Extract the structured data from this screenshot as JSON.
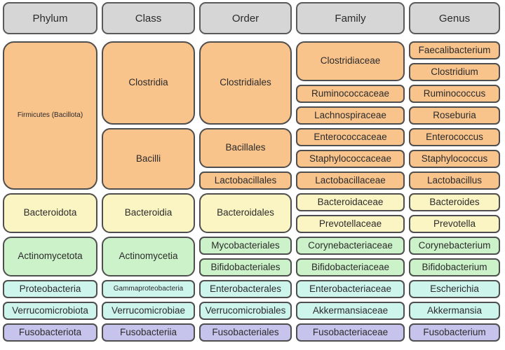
{
  "colors": {
    "header_fill": "#d6d6d6",
    "header_border": "#5a5a5a",
    "box_border": "#4e4e4e",
    "text": "#2b2b2b",
    "groups": {
      "firmicutes": "#f9c38c",
      "bacteroidota": "#fbf5c4",
      "actinomycetota": "#ccf2c9",
      "proteobacteria": "#cdf5ec",
      "verrucomicrobiota": "#cdf5ec",
      "fusobacteriota": "#c6c4ec"
    }
  },
  "columns": [
    {
      "name": "Phylum",
      "items": [
        {
          "label": "Firmicutes (Bacillota)",
          "row": 1,
          "span": 7,
          "group": "firmicutes"
        },
        {
          "label": "Bacteroidota",
          "row": 8,
          "span": 2,
          "group": "bacteroidota"
        },
        {
          "label": "Actinomycetota",
          "row": 10,
          "span": 2,
          "group": "actinomycetota"
        },
        {
          "label": "Proteobacteria",
          "row": 12,
          "span": 1,
          "group": "proteobacteria"
        },
        {
          "label": "Verrucomicrobiota",
          "row": 13,
          "span": 1,
          "group": "verrucomicrobiota"
        },
        {
          "label": "Fusobacteriota",
          "row": 14,
          "span": 1,
          "group": "fusobacteriota"
        }
      ]
    },
    {
      "name": "Class",
      "items": [
        {
          "label": "Clostridia",
          "row": 1,
          "span": 4,
          "group": "firmicutes"
        },
        {
          "label": "Bacilli",
          "row": 5,
          "span": 3,
          "group": "firmicutes"
        },
        {
          "label": "Bacteroidia",
          "row": 8,
          "span": 2,
          "group": "bacteroidota"
        },
        {
          "label": "Actinomycetia",
          "row": 10,
          "span": 2,
          "group": "actinomycetota"
        },
        {
          "label": "Gammaproteobacteria",
          "row": 12,
          "span": 1,
          "group": "proteobacteria"
        },
        {
          "label": "Verrucomicrobiae",
          "row": 13,
          "span": 1,
          "group": "verrucomicrobiota"
        },
        {
          "label": "Fusobacteriia",
          "row": 14,
          "span": 1,
          "group": "fusobacteriota"
        }
      ]
    },
    {
      "name": "Order",
      "items": [
        {
          "label": "Clostridiales",
          "row": 1,
          "span": 4,
          "group": "firmicutes"
        },
        {
          "label": "Bacillales",
          "row": 5,
          "span": 2,
          "group": "firmicutes"
        },
        {
          "label": "Lactobacillales",
          "row": 7,
          "span": 1,
          "group": "firmicutes"
        },
        {
          "label": "Bacteroidales",
          "row": 8,
          "span": 2,
          "group": "bacteroidota"
        },
        {
          "label": "Mycobacteriales",
          "row": 10,
          "span": 1,
          "group": "actinomycetota"
        },
        {
          "label": "Bifidobacteriales",
          "row": 11,
          "span": 1,
          "group": "actinomycetota"
        },
        {
          "label": "Enterobacterales",
          "row": 12,
          "span": 1,
          "group": "proteobacteria"
        },
        {
          "label": "Verrucomicrobiales",
          "row": 13,
          "span": 1,
          "group": "verrucomicrobiota"
        },
        {
          "label": "Fusobacteriales",
          "row": 14,
          "span": 1,
          "group": "fusobacteriota"
        }
      ]
    },
    {
      "name": "Family",
      "items": [
        {
          "label": "Clostridiaceae",
          "row": 1,
          "span": 2,
          "group": "firmicutes"
        },
        {
          "label": "Ruminococcaceae",
          "row": 3,
          "span": 1,
          "group": "firmicutes"
        },
        {
          "label": "Lachnospiraceae",
          "row": 4,
          "span": 1,
          "group": "firmicutes"
        },
        {
          "label": "Enterococcaceae",
          "row": 5,
          "span": 1,
          "group": "firmicutes"
        },
        {
          "label": "Staphylococcaceae",
          "row": 6,
          "span": 1,
          "group": "firmicutes"
        },
        {
          "label": "Lactobacillaceae",
          "row": 7,
          "span": 1,
          "group": "firmicutes"
        },
        {
          "label": "Bacteroidaceae",
          "row": 8,
          "span": 1,
          "group": "bacteroidota"
        },
        {
          "label": "Prevotellaceae",
          "row": 9,
          "span": 1,
          "group": "bacteroidota"
        },
        {
          "label": "Corynebacteriaceae",
          "row": 10,
          "span": 1,
          "group": "actinomycetota"
        },
        {
          "label": "Bifidobacteriaceae",
          "row": 11,
          "span": 1,
          "group": "actinomycetota"
        },
        {
          "label": "Enterobacteriaceae",
          "row": 12,
          "span": 1,
          "group": "proteobacteria"
        },
        {
          "label": "Akkermansiaceae",
          "row": 13,
          "span": 1,
          "group": "verrucomicrobiota"
        },
        {
          "label": "Fusobacteriaceae",
          "row": 14,
          "span": 1,
          "group": "fusobacteriota"
        }
      ]
    },
    {
      "name": "Genus",
      "items": [
        {
          "label": "Faecalibacterium",
          "row": 1,
          "span": 1,
          "group": "firmicutes"
        },
        {
          "label": "Clostridium",
          "row": 2,
          "span": 1,
          "group": "firmicutes"
        },
        {
          "label": "Ruminococcus",
          "row": 3,
          "span": 1,
          "group": "firmicutes"
        },
        {
          "label": "Roseburia",
          "row": 4,
          "span": 1,
          "group": "firmicutes"
        },
        {
          "label": "Enterococcus",
          "row": 5,
          "span": 1,
          "group": "firmicutes"
        },
        {
          "label": "Staphylococcus",
          "row": 6,
          "span": 1,
          "group": "firmicutes"
        },
        {
          "label": "Lactobacillus",
          "row": 7,
          "span": 1,
          "group": "firmicutes"
        },
        {
          "label": "Bacteroides",
          "row": 8,
          "span": 1,
          "group": "bacteroidota"
        },
        {
          "label": "Prevotella",
          "row": 9,
          "span": 1,
          "group": "bacteroidota"
        },
        {
          "label": "Corynebacterium",
          "row": 10,
          "span": 1,
          "group": "actinomycetota"
        },
        {
          "label": "Bifidobacterium",
          "row": 11,
          "span": 1,
          "group": "actinomycetota"
        },
        {
          "label": "Escherichia",
          "row": 12,
          "span": 1,
          "group": "proteobacteria"
        },
        {
          "label": "Akkermansia",
          "row": 13,
          "span": 1,
          "group": "verrucomicrobiota"
        },
        {
          "label": "Fusobacterium",
          "row": 14,
          "span": 1,
          "group": "fusobacteriota"
        }
      ]
    }
  ]
}
